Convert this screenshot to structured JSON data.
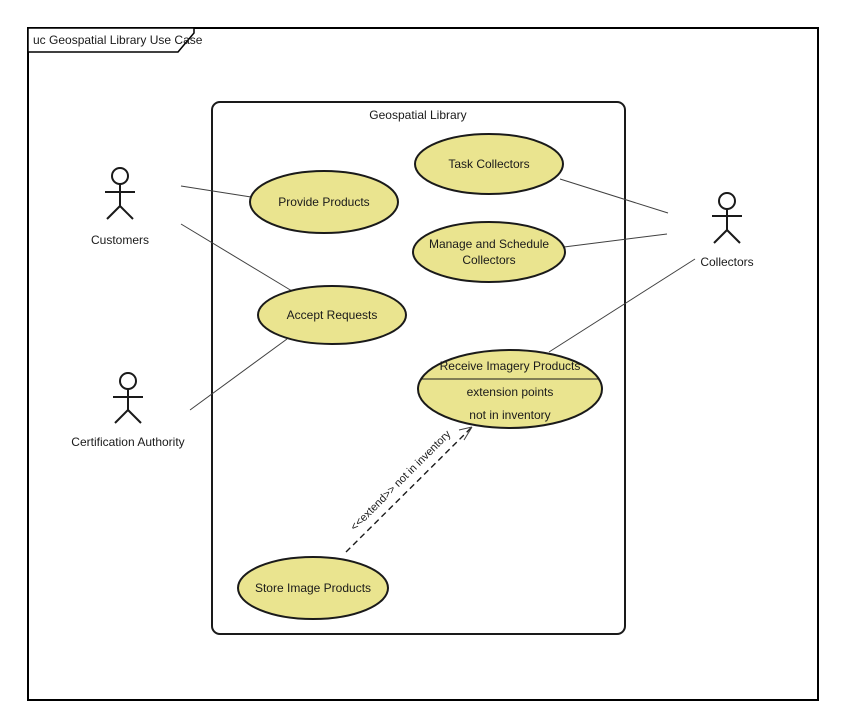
{
  "frame": {
    "label": "uc Geospatial Library Use Case"
  },
  "boundary": {
    "label": "Geospatial Library"
  },
  "actors": [
    {
      "name": "Customers"
    },
    {
      "name": "Certification Authority"
    },
    {
      "name": "Collectors"
    }
  ],
  "use_cases": [
    {
      "label": "Provide Products"
    },
    {
      "label": "Task Collectors"
    },
    {
      "label_line1": "Manage and Schedule",
      "label_line2": "Collectors"
    },
    {
      "label": "Accept Requests"
    },
    {
      "title": "Receive Imagery Products",
      "section_header": "extension points",
      "extension_point": "not in inventory"
    },
    {
      "label": "Store Image Products"
    }
  ],
  "relationships": {
    "extend_label": "<<extend>> not in inventory"
  },
  "colors": {
    "use_case_fill": "#EAE48F",
    "use_case_stroke": "#1A1A1A",
    "line_color": "#404040",
    "frame_stroke": "#000000",
    "background": "#FFFFFF"
  }
}
